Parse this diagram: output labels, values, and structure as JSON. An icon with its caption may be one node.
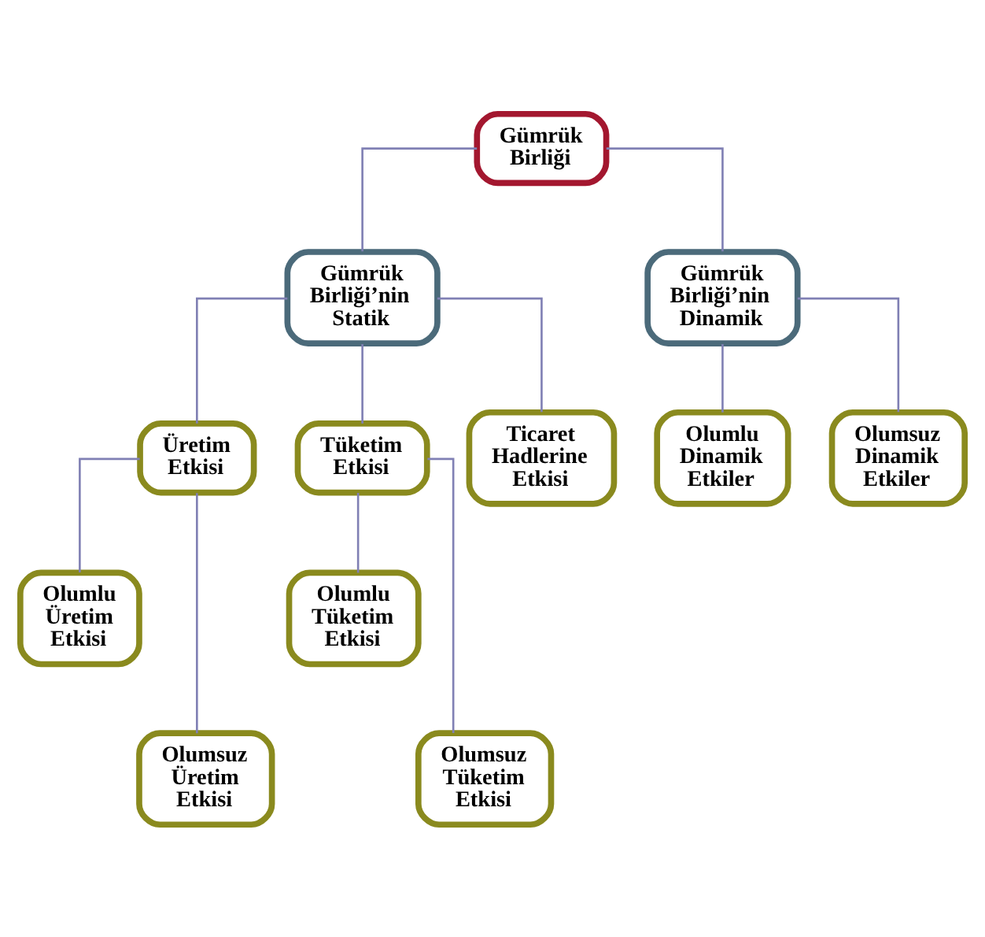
{
  "diagram": {
    "nodes": [
      {
        "text": [
          "Gümrük Birliği"
        ]
      },
      {
        "text": [
          "Gümrük Birliği’nin Statik"
        ]
      },
      {
        "text": [
          "Gümrük Birliği’nin Dinamik"
        ]
      },
      {
        "text": [
          "Üretim Etkisi"
        ]
      },
      {
        "text": [
          "Tüketim Etkisi"
        ]
      },
      {
        "text": [
          "Ticaret Hadlerine Etkisi"
        ]
      },
      {
        "text": [
          "Olumlu Dinamik Etkiler"
        ]
      },
      {
        "text": [
          "Olumsuz Dinamik Etkiler"
        ]
      },
      {
        "text": [
          "Olumlu Üretim Etkisi"
        ]
      },
      {
        "text": [
          "Olumlu Tüketim Etkisi"
        ]
      },
      {
        "text": [
          "Olumsuz Üretim Etkisi"
        ]
      },
      {
        "text": [
          "Olumsuz Tüketim Etkisi"
        ]
      }
    ],
    "edges": [
      {
        "from": 0,
        "to": 1,
        "arrow": "none"
      },
      {
        "from": 0,
        "to": 2,
        "arrow": "none"
      },
      {
        "from": 1,
        "to": 3,
        "arrow": "none"
      },
      {
        "from": 1,
        "to": 4,
        "arrow": "none"
      },
      {
        "from": 1,
        "to": 5,
        "arrow": "none"
      },
      {
        "from": 2,
        "to": 6,
        "arrow": "none"
      },
      {
        "from": 2,
        "to": 7,
        "arrow": "none"
      },
      {
        "from": 3,
        "to": 8,
        "arrow": "none"
      },
      {
        "from": 3,
        "to": 10,
        "arrow": "none"
      },
      {
        "from": 4,
        "to": 9,
        "arrow": "none"
      },
      {
        "from": 4,
        "to": 11,
        "arrow": "none"
      }
    ]
  }
}
